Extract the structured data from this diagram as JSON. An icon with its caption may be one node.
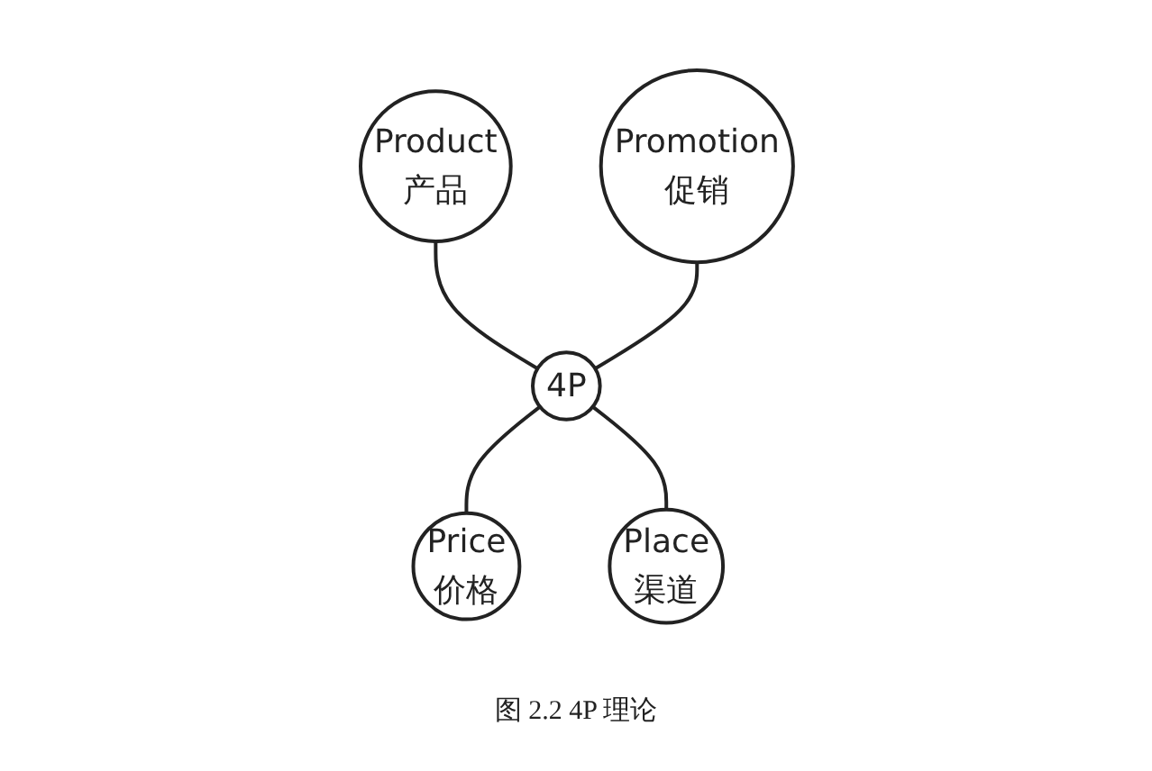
{
  "diagram": {
    "caption": "图 2.2   4P 理论",
    "nodes": [
      {
        "text": [
          "4P"
        ]
      },
      {
        "text": [
          "Product",
          "产品"
        ]
      },
      {
        "text": [
          "Promotion",
          "促销"
        ]
      },
      {
        "text": [
          "Price",
          "价格"
        ]
      },
      {
        "text": [
          "Place",
          "渠道"
        ]
      }
    ],
    "edges": [
      {
        "from": 0,
        "to": 1,
        "arrow": "none"
      },
      {
        "from": 0,
        "to": 2,
        "arrow": "none"
      },
      {
        "from": 0,
        "to": 3,
        "arrow": "none"
      },
      {
        "from": 0,
        "to": 4,
        "arrow": "none"
      }
    ]
  }
}
